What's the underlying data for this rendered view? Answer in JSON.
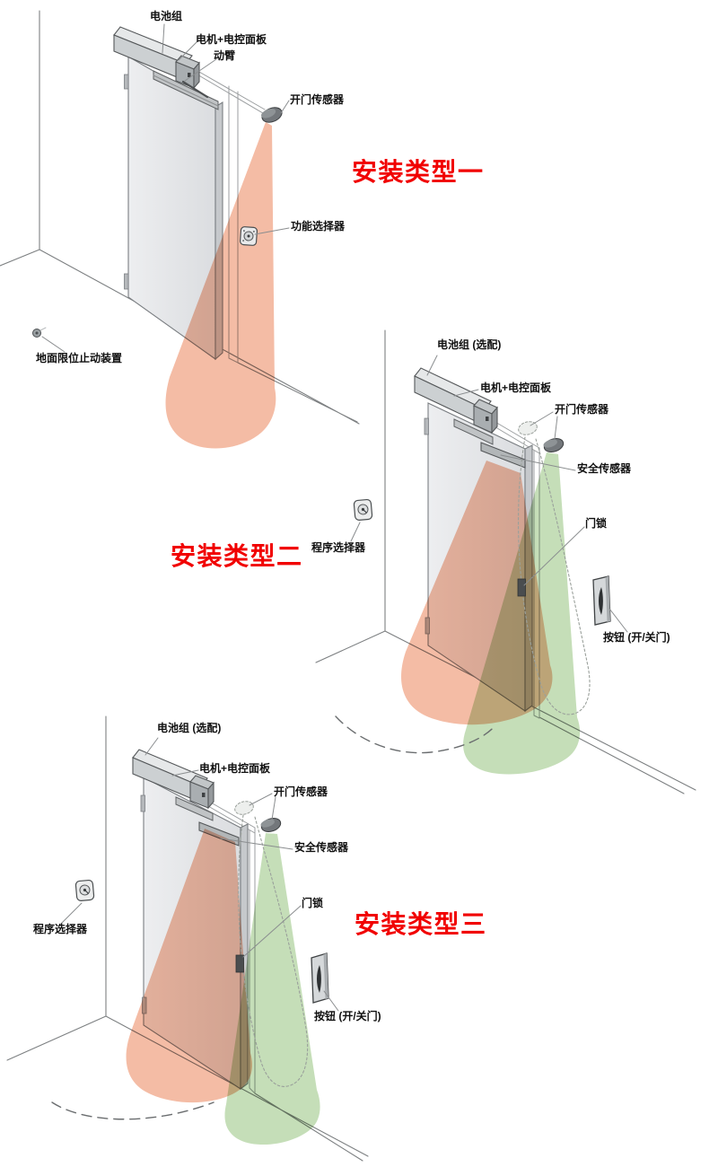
{
  "colors": {
    "title_red": "#f10000",
    "cone_orange": "#f2ab8e",
    "cone_green": "#aed29c",
    "door_gray": "#e6e8ea",
    "sensor_dark": "#73777b"
  },
  "sections": [
    {
      "id": "install-type-1",
      "title": "安装类型一",
      "labels": {
        "battery": "电池组",
        "motor": "电机+电控面板",
        "arm": "动臂",
        "open_sensor": "开门传感器",
        "function_selector": "功能选择器",
        "floor_stop": "地面限位止动装置"
      }
    },
    {
      "id": "install-type-2",
      "title": "安装类型二",
      "labels": {
        "battery": "电池组 (选配)",
        "motor": "电机+电控面板",
        "open_sensor": "开门传感器",
        "safety_sensor": "安全传感器",
        "door_lock": "门锁",
        "program_selector": "程序选择器",
        "button": "按钮 (开/关门)"
      }
    },
    {
      "id": "install-type-3",
      "title": "安装类型三",
      "labels": {
        "battery": "电池组 (选配)",
        "motor": "电机+电控面板",
        "open_sensor": "开门传感器",
        "safety_sensor": "安全传感器",
        "door_lock": "门锁",
        "program_selector": "程序选择器",
        "button": "按钮 (开/关门)"
      }
    }
  ]
}
